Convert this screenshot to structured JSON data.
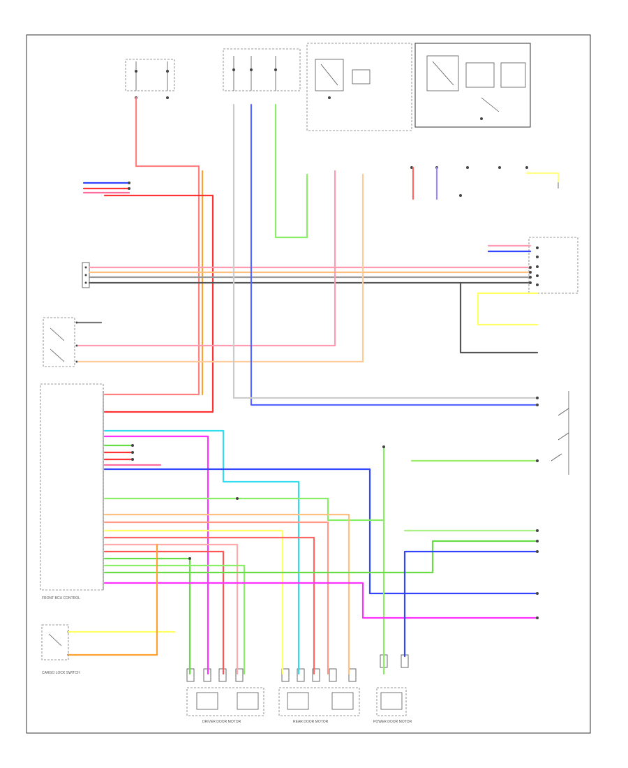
{
  "footer_code": "",
  "component_labels": {
    "front_body_control": "FRONT BCU CONTROL",
    "cargo_lock_switch": "CARGO LOCK SWITCH",
    "driver_door_motor": "DRIVER DOOR MOTOR",
    "rear_door_motor": "REAR DOOR MOTOR",
    "power_door_motor": "POWER DOOR MOTOR"
  },
  "colors": {
    "pink": "#ff6e9c",
    "red": "#ff3333",
    "orange": "#ffa033",
    "light_orange": "#ffc080",
    "green": "#66dd44",
    "light_green": "#99ee66",
    "blue": "#3344ff",
    "violet": "#aa88ff",
    "cyan": "#33ddee",
    "magenta": "#ff33ff",
    "yellow": "#ffff66",
    "gray": "#999999",
    "dark_gray": "#555555",
    "salmon": "#ff9988"
  }
}
